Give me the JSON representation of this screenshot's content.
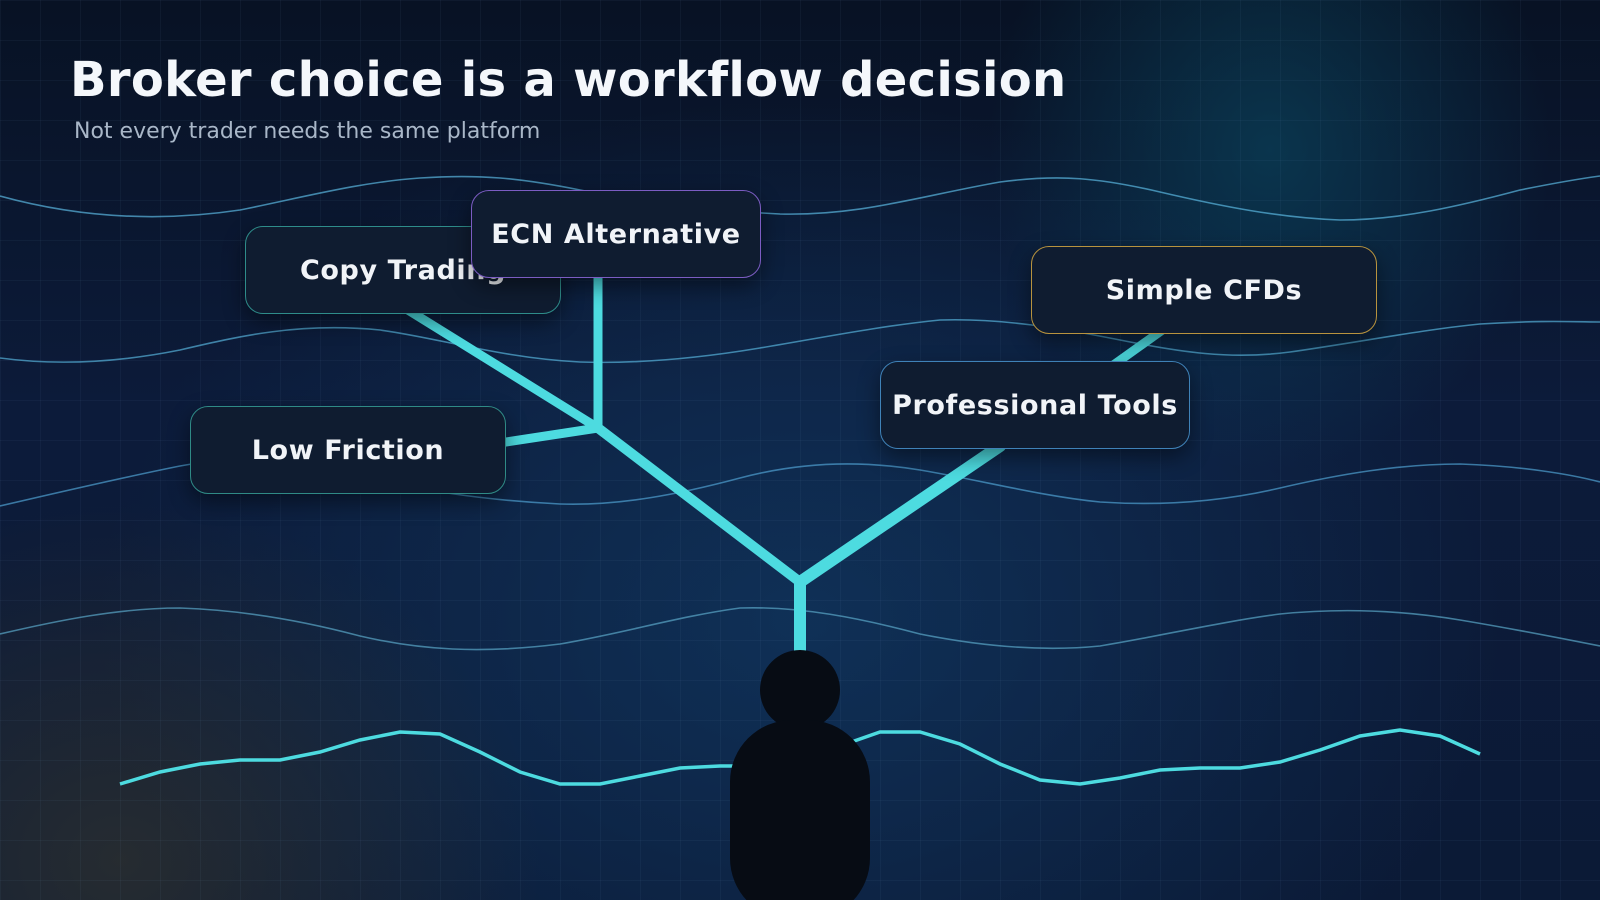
{
  "header": {
    "title": "Broker choice is a workflow decision",
    "subtitle": "Not every trader needs the same platform"
  },
  "nodes": [
    {
      "id": "copy",
      "label": "Copy Trading",
      "border_color": "#2e8c8a"
    },
    {
      "id": "ecn",
      "label": "ECN Alternative",
      "border_color": "#7b5cc2"
    },
    {
      "id": "low",
      "label": "Low Friction",
      "border_color": "#2f8a86"
    },
    {
      "id": "pro",
      "label": "Professional Tools",
      "border_color": "#3f82b8"
    },
    {
      "id": "cfd",
      "label": "Simple CFDs",
      "border_color": "#b8933e"
    }
  ],
  "colors": {
    "accent": "#4ddbe0",
    "background": "#0b1a36",
    "figure": "#070c14"
  },
  "decor": {
    "figure_icon": "person-silhouette-icon",
    "branch_icon": "decision-tree-icon"
  }
}
